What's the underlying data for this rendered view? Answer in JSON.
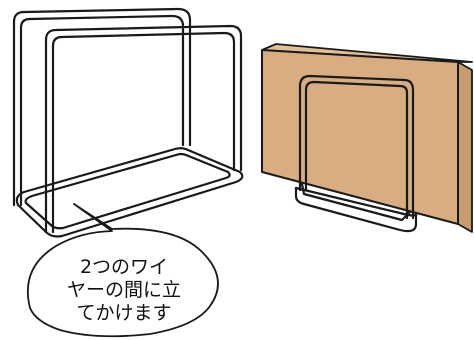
{
  "colors": {
    "wire": "#1a1a1a",
    "board_front": "#d8ad82",
    "board_edge": "#c79b6d",
    "outline": "#1a1a1a",
    "background": "#ffffff"
  },
  "left_illustration": {
    "subject": "wire-frame-stand"
  },
  "right_illustration": {
    "subject": "board-on-wire-stand"
  },
  "callout": {
    "lines": [
      "2つのワイ",
      "ヤーの間に立",
      "てかけます"
    ]
  }
}
